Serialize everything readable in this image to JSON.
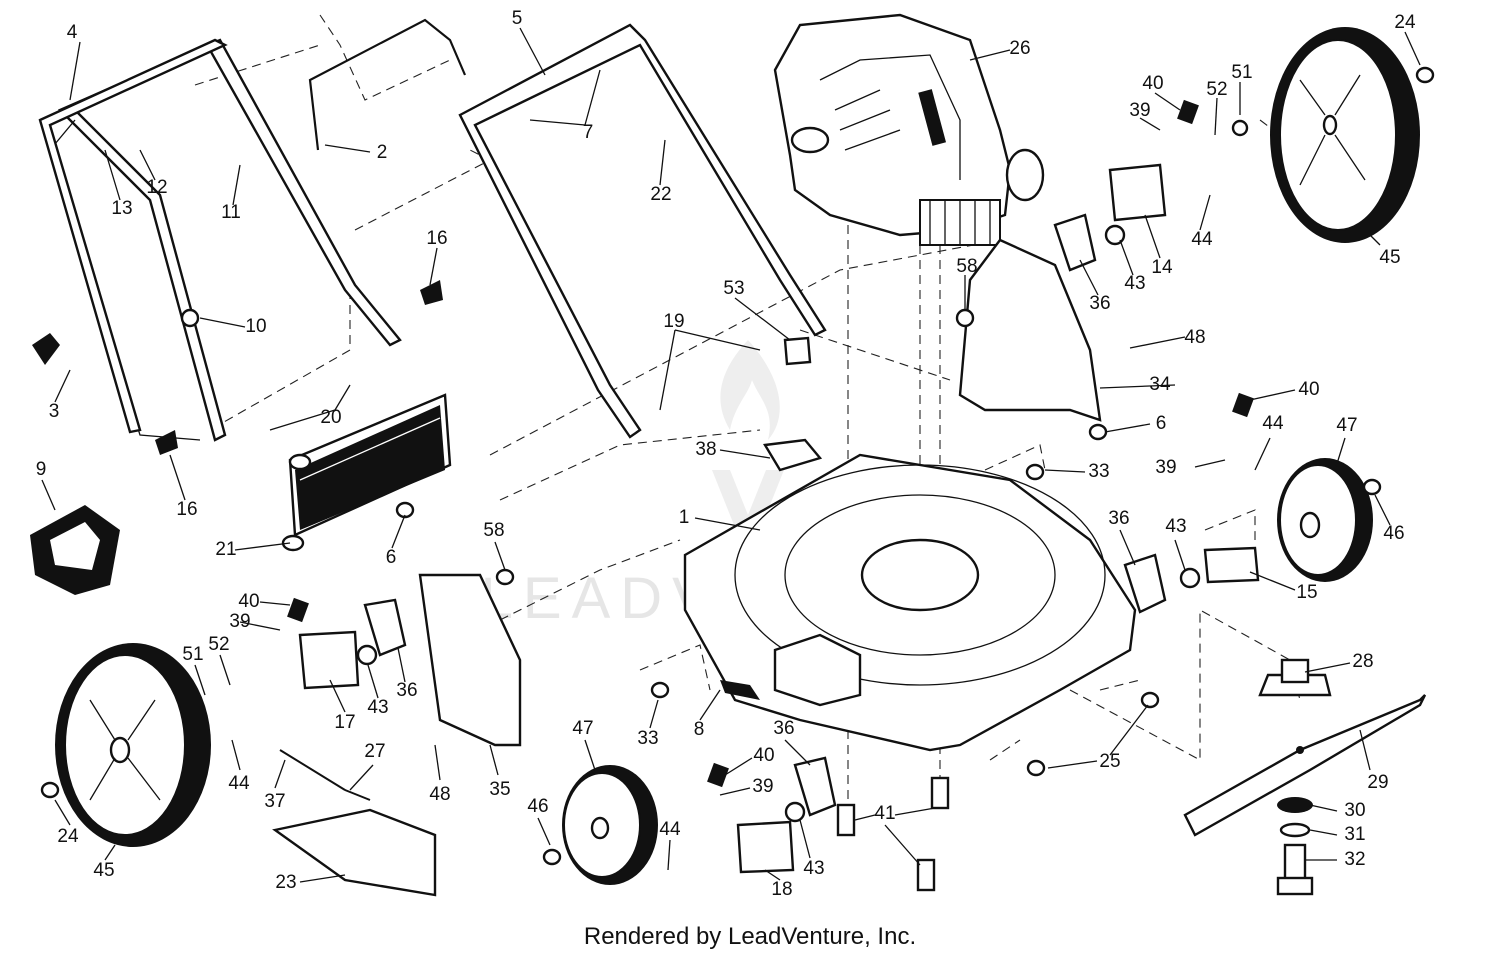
{
  "footer": "Rendered by LeadVenture, Inc.",
  "watermark": "LEADVENTURE",
  "callouts": [
    {
      "id": "c1",
      "label": "4"
    },
    {
      "id": "c2",
      "label": "5"
    },
    {
      "id": "c3",
      "label": "26"
    },
    {
      "id": "c4",
      "label": "24"
    },
    {
      "id": "c5",
      "label": "40"
    },
    {
      "id": "c6",
      "label": "52"
    },
    {
      "id": "c7",
      "label": "51"
    },
    {
      "id": "c8",
      "label": "39"
    },
    {
      "id": "c9",
      "label": "2"
    },
    {
      "id": "c10",
      "label": "7"
    },
    {
      "id": "c11",
      "label": "13"
    },
    {
      "id": "c12",
      "label": "12"
    },
    {
      "id": "c13",
      "label": "11"
    },
    {
      "id": "c14",
      "label": "22"
    },
    {
      "id": "c15",
      "label": "44"
    },
    {
      "id": "c16",
      "label": "14"
    },
    {
      "id": "c17",
      "label": "45"
    },
    {
      "id": "c18",
      "label": "43"
    },
    {
      "id": "c19",
      "label": "36"
    },
    {
      "id": "c20",
      "label": "58"
    },
    {
      "id": "c21",
      "label": "16"
    },
    {
      "id": "c22",
      "label": "53"
    },
    {
      "id": "c23",
      "label": "10"
    },
    {
      "id": "c24",
      "label": "19"
    },
    {
      "id": "c25",
      "label": "48"
    },
    {
      "id": "c26",
      "label": "3"
    },
    {
      "id": "c27",
      "label": "20"
    },
    {
      "id": "c28",
      "label": "34"
    },
    {
      "id": "c29",
      "label": "40"
    },
    {
      "id": "c30",
      "label": "6"
    },
    {
      "id": "c31",
      "label": "38"
    },
    {
      "id": "c32",
      "label": "44"
    },
    {
      "id": "c33",
      "label": "47"
    },
    {
      "id": "c34",
      "label": "16"
    },
    {
      "id": "c35",
      "label": "9"
    },
    {
      "id": "c36",
      "label": "33"
    },
    {
      "id": "c37",
      "label": "39"
    },
    {
      "id": "c38",
      "label": "1"
    },
    {
      "id": "c39",
      "label": "58"
    },
    {
      "id": "c40",
      "label": "36"
    },
    {
      "id": "c41",
      "label": "43"
    },
    {
      "id": "c42",
      "label": "46"
    },
    {
      "id": "c43",
      "label": "6"
    },
    {
      "id": "c44",
      "label": "21"
    },
    {
      "id": "c45",
      "label": "15"
    },
    {
      "id": "c46",
      "label": "40"
    },
    {
      "id": "c47",
      "label": "39"
    },
    {
      "id": "c48",
      "label": "28"
    },
    {
      "id": "c49",
      "label": "51"
    },
    {
      "id": "c50",
      "label": "52"
    },
    {
      "id": "c51",
      "label": "17"
    },
    {
      "id": "c52",
      "label": "43"
    },
    {
      "id": "c53",
      "label": "36"
    },
    {
      "id": "c54",
      "label": "33"
    },
    {
      "id": "c55",
      "label": "8"
    },
    {
      "id": "c56",
      "label": "47"
    },
    {
      "id": "c57",
      "label": "40"
    },
    {
      "id": "c58",
      "label": "36"
    },
    {
      "id": "c59",
      "label": "29"
    },
    {
      "id": "c60",
      "label": "44"
    },
    {
      "id": "c61",
      "label": "27"
    },
    {
      "id": "c62",
      "label": "48"
    },
    {
      "id": "c63",
      "label": "35"
    },
    {
      "id": "c64",
      "label": "39"
    },
    {
      "id": "c65",
      "label": "25"
    },
    {
      "id": "c66",
      "label": "24"
    },
    {
      "id": "c67",
      "label": "37"
    },
    {
      "id": "c68",
      "label": "46"
    },
    {
      "id": "c69",
      "label": "44"
    },
    {
      "id": "c70",
      "label": "41"
    },
    {
      "id": "c71",
      "label": "30"
    },
    {
      "id": "c72",
      "label": "31"
    },
    {
      "id": "c73",
      "label": "45"
    },
    {
      "id": "c74",
      "label": "23"
    },
    {
      "id": "c75",
      "label": "18"
    },
    {
      "id": "c76",
      "label": "43"
    },
    {
      "id": "c77",
      "label": "32"
    }
  ]
}
